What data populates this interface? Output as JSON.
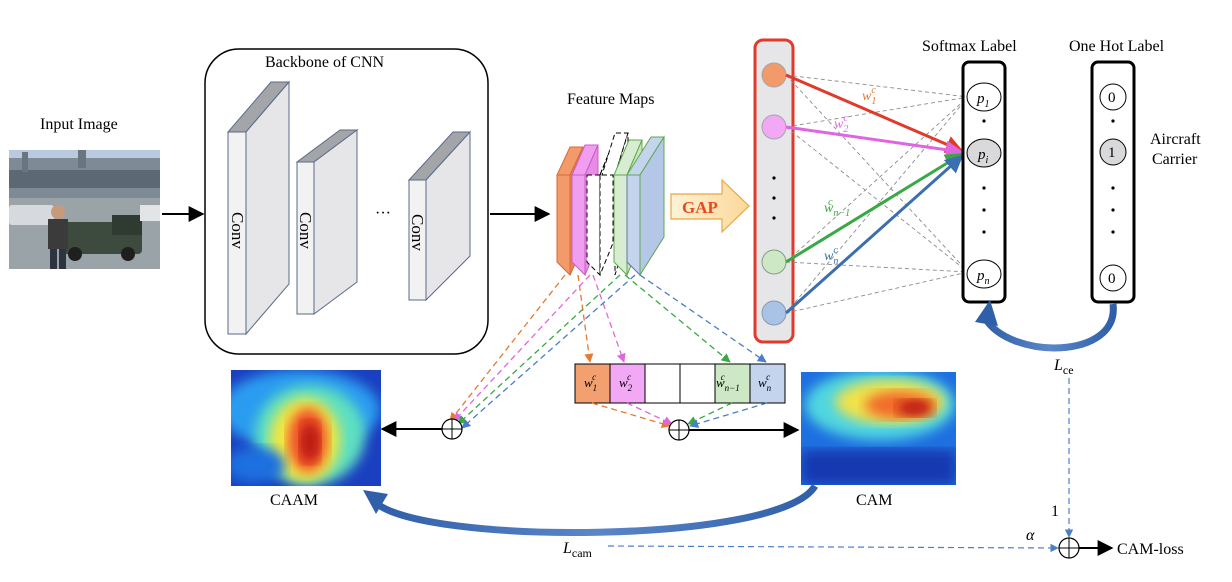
{
  "labels": {
    "input_image": "Input Image",
    "backbone": "Backbone of CNN",
    "conv": "Conv",
    "ellipsis": "···",
    "feature_maps": "Feature Maps",
    "gap": "GAP",
    "softmax_label": "Softmax Label",
    "one_hot_label": "One Hot Label",
    "aircraft": "Aircraft",
    "carrier": "Carrier",
    "caam": "CAAM",
    "cam": "CAM",
    "cam_loss": "CAM-loss",
    "one": "1",
    "alpha": "α",
    "l_ce": "L",
    "l_ce_sub": "ce",
    "l_cam": "L",
    "l_cam_sub": "cam"
  },
  "softmax": [
    {
      "sym": "p",
      "sub": "1"
    },
    {
      "sym": "p",
      "sub": "i"
    },
    {
      "sym": "p",
      "sub": "n"
    }
  ],
  "onehot": [
    "0",
    "1",
    "0"
  ],
  "weights": [
    {
      "sym": "w",
      "sub": "1",
      "sup": "c"
    },
    {
      "sym": "w",
      "sub": "2",
      "sup": "c"
    },
    {
      "sym": "w",
      "sub": "n−1",
      "sup": "c"
    },
    {
      "sym": "w",
      "sub": "n",
      "sup": "c"
    }
  ],
  "colors": {
    "orange": "#ef8a62",
    "pink": "#e67ee8",
    "green": "#5fb55a",
    "blue": "#4a7ab5",
    "red": "#e03a2a",
    "dashed_blue": "#4a7fc8"
  }
}
